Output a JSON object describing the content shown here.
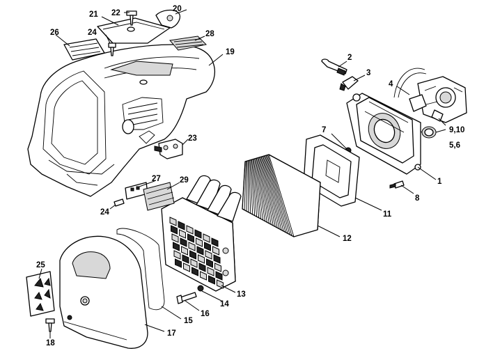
{
  "diagram": {
    "type": "exploded-parts-diagram",
    "callouts": [
      {
        "id": "c1",
        "label": "1"
      },
      {
        "id": "c2",
        "label": "2"
      },
      {
        "id": "c3",
        "label": "3"
      },
      {
        "id": "c4",
        "label": "4"
      },
      {
        "id": "c56",
        "label": "5,6"
      },
      {
        "id": "c7",
        "label": "7"
      },
      {
        "id": "c8",
        "label": "8"
      },
      {
        "id": "c910",
        "label": "9,10"
      },
      {
        "id": "c11",
        "label": "11"
      },
      {
        "id": "c12",
        "label": "12"
      },
      {
        "id": "c13",
        "label": "13"
      },
      {
        "id": "c14",
        "label": "14"
      },
      {
        "id": "c15",
        "label": "15"
      },
      {
        "id": "c16",
        "label": "16"
      },
      {
        "id": "c17",
        "label": "17"
      },
      {
        "id": "c18",
        "label": "18"
      },
      {
        "id": "c19",
        "label": "19"
      },
      {
        "id": "c20",
        "label": "20"
      },
      {
        "id": "c21",
        "label": "21"
      },
      {
        "id": "c22",
        "label": "22"
      },
      {
        "id": "c23",
        "label": "23"
      },
      {
        "id": "c24a",
        "label": "24"
      },
      {
        "id": "c24b",
        "label": "24"
      },
      {
        "id": "c25",
        "label": "25"
      },
      {
        "id": "c26",
        "label": "26"
      },
      {
        "id": "c27",
        "label": "27"
      },
      {
        "id": "c28",
        "label": "28"
      },
      {
        "id": "c29",
        "label": "29"
      }
    ]
  }
}
